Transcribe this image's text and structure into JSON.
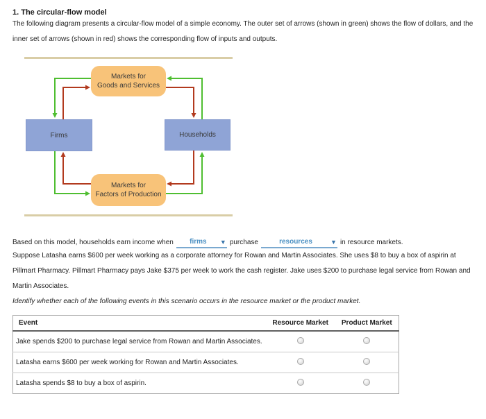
{
  "page": {
    "title": "1. The circular-flow model",
    "intro": "The following diagram presents a circular-flow model of a simple economy. The outer set of arrows (shown in green) shows the flow of dollars, and the inner set of arrows (shown in red) shows the corresponding flow of inputs and outputs.",
    "scenario": "Suppose Latasha earns $600 per week working as a corporate attorney for Rowan and Martin Associates. She uses $8 to buy a box of aspirin at Pillmart Pharmacy. Pillmart Pharmacy pays Jake $375 per week to work the cash register. Jake uses $200 to purchase legal service from Rowan and Martin Associates.",
    "instruction": "Identify whether each of the following events in this scenario occurs in the resource market or the product market."
  },
  "diagram": {
    "nodes": {
      "goods_market": "Markets for\nGoods and Services",
      "firms": "Firms",
      "households": "Households",
      "factors_market": "Markets for\nFactors of Production"
    },
    "colors": {
      "dollars_flow_green": "#4fbe31",
      "inputs_outputs_red": "#b23a1e",
      "market_box_orange": "#f8c379",
      "actor_box_blue": "#8fa4d6",
      "panel_rule_tan": "#d9cda6"
    }
  },
  "question": {
    "prefix": "Based on this model, households earn income when",
    "dropdown1_value": "firms",
    "middle": "purchase",
    "dropdown2_value": "resources",
    "suffix": "in resource markets.",
    "dropdown_arrow_icon": "▼"
  },
  "table": {
    "headers": [
      "Event",
      "Resource Market",
      "Product Market"
    ],
    "rows": [
      {
        "event": "Jake spends $200 to purchase legal service from Rowan and Martin Associates."
      },
      {
        "event": "Latasha earns $600 per week working for Rowan and Martin Associates."
      },
      {
        "event": "Latasha spends $8 to buy a box of aspirin."
      }
    ]
  }
}
